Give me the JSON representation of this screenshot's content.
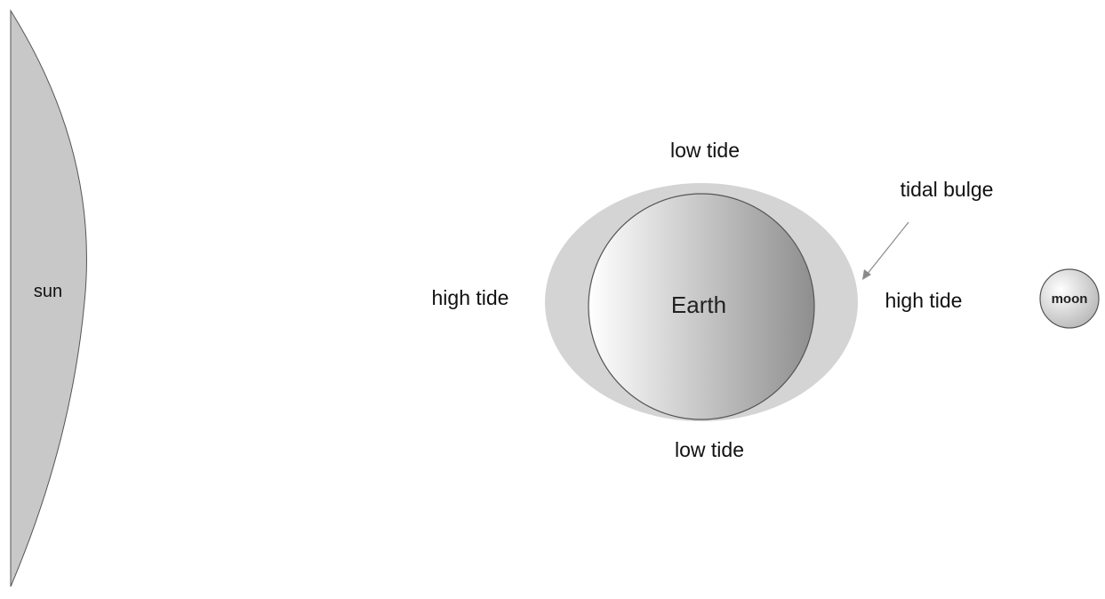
{
  "diagram": {
    "labels": {
      "sun": "sun",
      "earth": "Earth",
      "moon": "moon",
      "low_tide_top": "low tide",
      "low_tide_bottom": "low tide",
      "high_tide_left": "high tide",
      "high_tide_right": "high tide",
      "tidal_bulge": "tidal bulge"
    },
    "colors": {
      "sun_fill": "#c8c8c8",
      "tidal_bulge_fill": "#d4d4d4",
      "earth_gradient_light": "#ffffff",
      "earth_gradient_dark": "#8e8e8e",
      "moon_gradient_light": "#ffffff",
      "moon_gradient_dark": "#b5b5b5",
      "outline": "#555555",
      "arrow": "#8a8a8a",
      "text": "#111111"
    }
  }
}
